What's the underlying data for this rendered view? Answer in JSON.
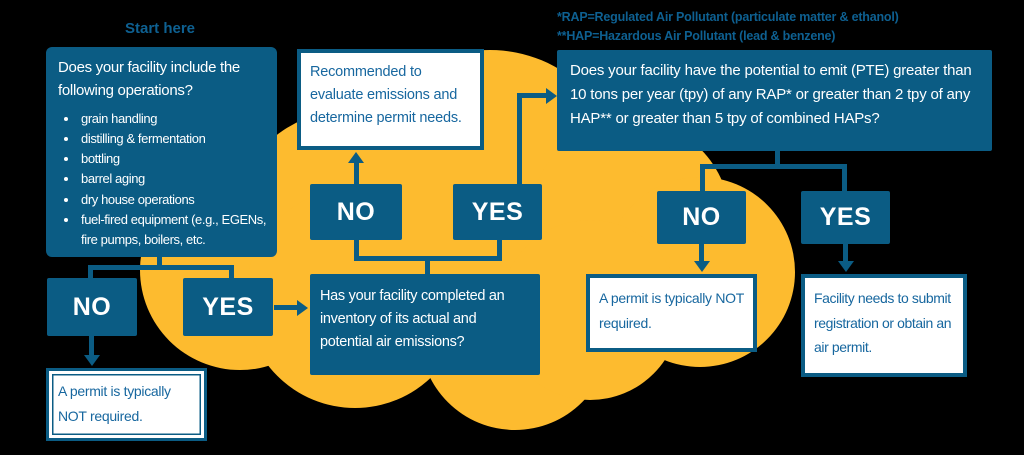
{
  "colors": {
    "blue": "#0b5c84",
    "yellow": "#fdbb2f",
    "text_blue": "#17679f",
    "label_blue": "#0e6091"
  },
  "start_label": "Start here",
  "footnotes": {
    "line1": "*RAP=Regulated Air Pollutant (particulate matter & ethanol)",
    "line2": "**HAP=Hazardous Air Pollutant (lead & benzene)"
  },
  "flow": {
    "q1": {
      "title": "Does your facility include the following operations?",
      "bullets": [
        "grain handling",
        "distilling & fermentation",
        "bottling",
        "barrel aging",
        "dry house operations",
        "fuel-fired equipment (e.g., EGENs, fire pumps, boilers, etc."
      ]
    },
    "recommend_text": "Recommended to evaluate emissions and determine permit needs.",
    "pte_question": "Does your facility have the potential to emit (PTE) greater than 10 tons per year (tpy) of any RAP* or greater than 2 tpy of any HAP** or greater than 5 tpy of combined HAPs?",
    "inventory_question": "Has your facility completed an inventory of its actual and potential air emissions?",
    "outcome_not_required_left": "A permit is typically NOT required.",
    "outcome_not_required_right": "A permit is typically NOT required.",
    "outcome_registration": "Facility needs to submit registration or obtain an air permit.",
    "no_label": "NO",
    "yes_label": "YES"
  }
}
